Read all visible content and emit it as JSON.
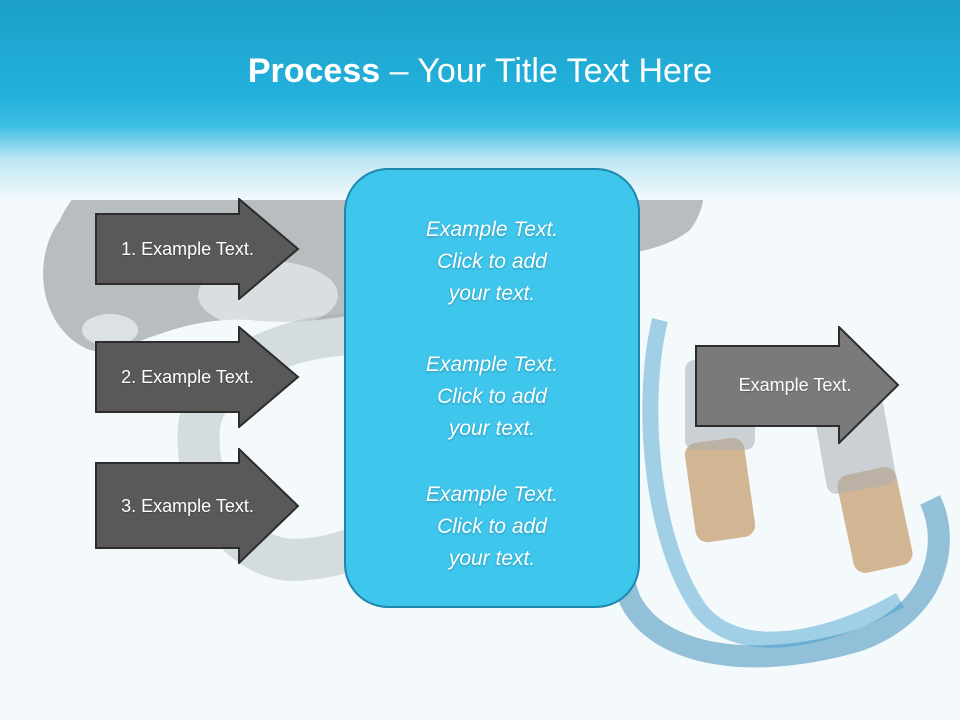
{
  "title": {
    "bold": "Process",
    "rest": " – Your Title Text Here"
  },
  "left_steps": [
    {
      "label": "1. Example Text."
    },
    {
      "label": "2. Example Text."
    },
    {
      "label": "3. Example Text."
    }
  ],
  "center_blocks": [
    {
      "line1": "Example Text.",
      "line2": "Click  to add",
      "line3": "your text."
    },
    {
      "line1": "Example Text.",
      "line2": "Click  to add",
      "line3": "your text."
    },
    {
      "line1": "Example Text.",
      "line2": "Click  to add",
      "line3": "your text."
    }
  ],
  "output": {
    "label": "Example Text."
  },
  "colors": {
    "header": "#23b1dc",
    "left_arrow_fill": "#595959",
    "output_arrow_fill": "#7a7a7a",
    "center_fill": "#3ec6ec",
    "center_border": "#1f86ad"
  }
}
